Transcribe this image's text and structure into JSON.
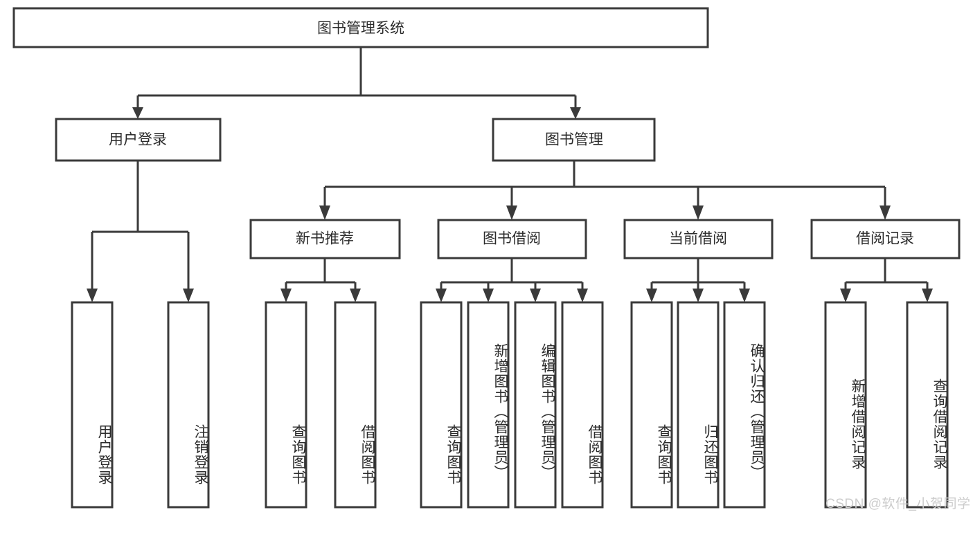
{
  "diagram": {
    "title": "图书管理系统",
    "type": "tree-hierarchy-diagram",
    "colors": {
      "box_stroke": "#3a3a3a",
      "box_fill": "#ffffff",
      "text": "#2b2b2b",
      "connector": "#3a3a3a",
      "watermark": "#cccccc",
      "background": "#ffffff"
    },
    "root": {
      "label": "图书管理系统"
    },
    "level2": [
      {
        "label": "用户登录"
      },
      {
        "label": "图书管理"
      }
    ],
    "level3": [
      {
        "label": "新书推荐"
      },
      {
        "label": "图书借阅"
      },
      {
        "label": "当前借阅"
      },
      {
        "label": "借阅记录"
      }
    ],
    "leaves": {
      "user_login": [
        {
          "label": "用户登录"
        },
        {
          "label": "注销登录"
        }
      ],
      "new_book_recommend": [
        {
          "label": "查询图书"
        },
        {
          "label": "借阅图书"
        }
      ],
      "book_borrow": [
        {
          "label": "查询图书"
        },
        {
          "label": "新增图书（管理员）"
        },
        {
          "label": "编辑图书（管理员）"
        },
        {
          "label": "借阅图书"
        }
      ],
      "current_borrow": [
        {
          "label": "查询图书"
        },
        {
          "label": "归还图书"
        },
        {
          "label": "确认归还（管理员）"
        }
      ],
      "borrow_record": [
        {
          "label": "新增借阅记录"
        },
        {
          "label": "查询借阅记录"
        }
      ]
    }
  },
  "watermark": {
    "text": "CSDN @软件_小贺同学"
  }
}
